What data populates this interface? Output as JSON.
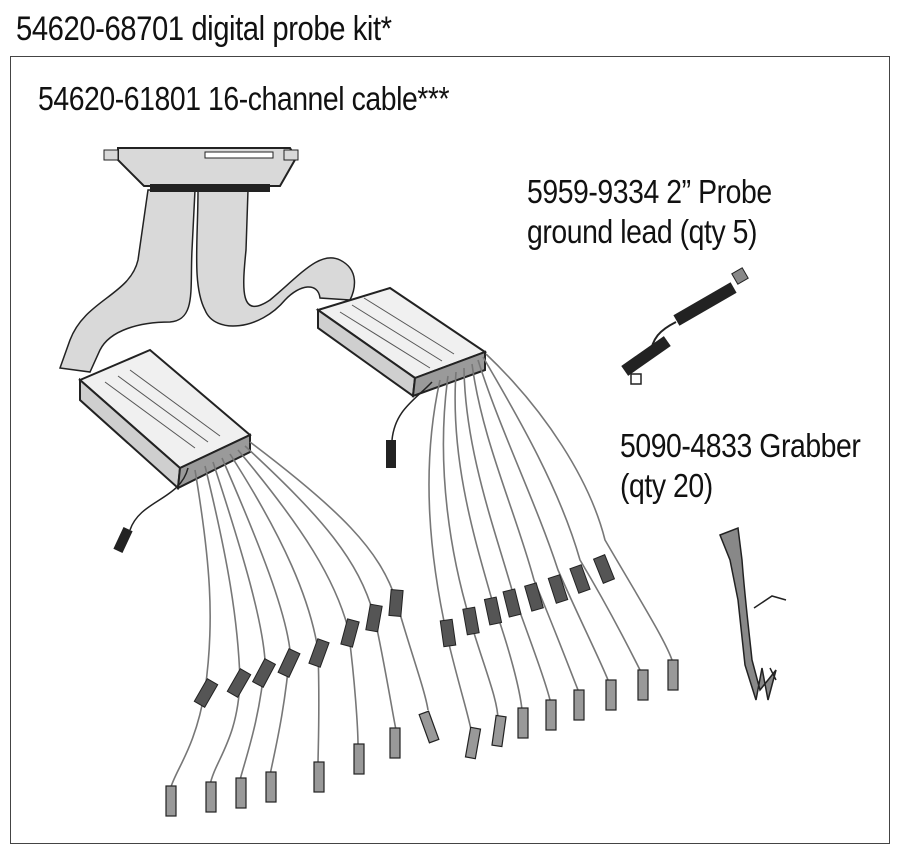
{
  "kit": {
    "title": "54620-68701 digital probe kit*"
  },
  "parts": {
    "cable": {
      "label": "54620-61801 16-channel cable***"
    },
    "ground_lead": {
      "line1": "5959-9334 2” Probe",
      "line2": "ground lead (qty 5)"
    },
    "grabber": {
      "line1": "5090-4833 Grabber",
      "line2": "(qty 20)"
    }
  },
  "colors": {
    "line": "#222222",
    "ribbon": "#d9d9d9",
    "pod": "#f0f0f0",
    "wire": "#777777"
  }
}
